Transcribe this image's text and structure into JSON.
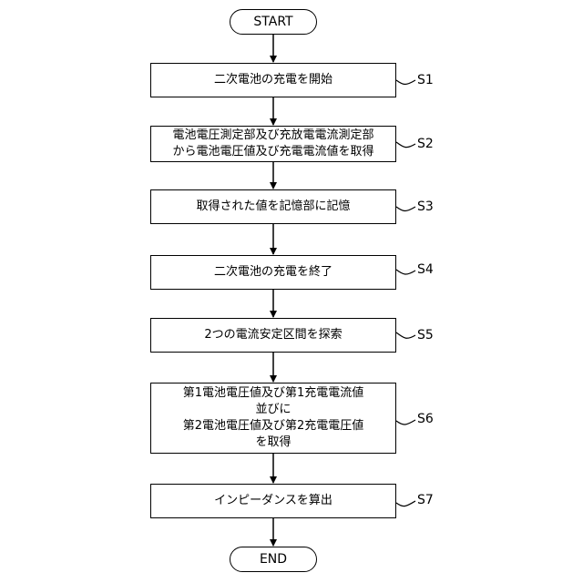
{
  "flowchart": {
    "start_label": "START",
    "end_label": "END",
    "steps": [
      {
        "label": "S1",
        "text": "二次電池の充電を開始"
      },
      {
        "label": "S2",
        "text": "電池電圧測定部及び充放電電流測定部\nから電池電圧値及び充電電流値を取得"
      },
      {
        "label": "S3",
        "text": "取得された値を記憶部に記憶"
      },
      {
        "label": "S4",
        "text": "二次電池の充電を終了"
      },
      {
        "label": "S5",
        "text": "2つの電流安定区間を探索"
      },
      {
        "label": "S6",
        "text": "第1電池電圧値及び第1充電電流値\n並びに\n第2電池電圧値及び第2充電電圧値\nを取得"
      },
      {
        "label": "S7",
        "text": "インピーダンスを算出"
      }
    ]
  }
}
